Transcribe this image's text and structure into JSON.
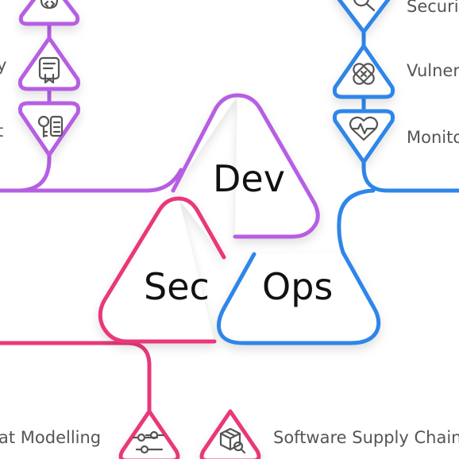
{
  "diagram": {
    "dev_label": "Dev",
    "sec_label": "Sec",
    "ops_label": "Ops",
    "colors": {
      "dev": "#b65fe3",
      "sec": "#e9387a",
      "ops": "#2f86e8",
      "icon": "#555555"
    }
  },
  "labels": {
    "left_top_partial": "y",
    "left_mid_partial": "t",
    "ops_security": "Securi",
    "ops_vulnerability": "Vulner",
    "ops_monitoring": "Monito",
    "sec_threat_modelling": "at Modelling",
    "sec_supply_chain": "Software Supply Chain"
  },
  "icons": {
    "dev_top": "code-icon",
    "dev_middle": "certificate-icon",
    "dev_bottom": "key-list-icon",
    "ops_top": "search-icon",
    "ops_middle": "bandage-icon",
    "ops_bottom": "heartbeat-icon",
    "sec_left": "sliders-icon",
    "sec_right": "package-search-icon"
  }
}
